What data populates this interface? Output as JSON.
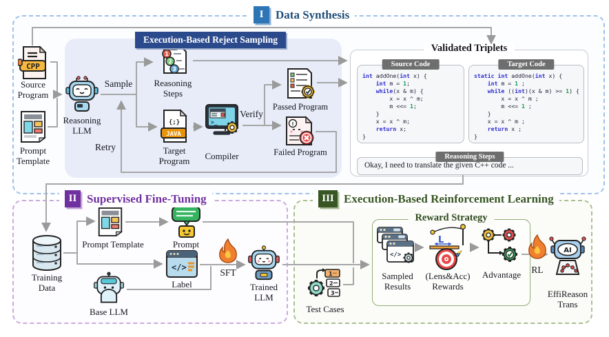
{
  "sections": {
    "one": {
      "numeral": "I",
      "title": "Data Synthesis",
      "accent": "#2e75b6",
      "title_color": "#1f4e79"
    },
    "two": {
      "numeral": "II",
      "title": "Supervised Fine-Tuning",
      "accent": "#7030a0",
      "title_color": "#7030a0"
    },
    "three": {
      "numeral": "III",
      "title": "Execution-Based Reinforcement Learning",
      "accent": "#375623",
      "title_color": "#375623"
    }
  },
  "reject_sampling": {
    "title": "Execution-Based Reject Sampling",
    "nodes": {
      "source_program": "Source Program",
      "prompt_template": "Prompt Template",
      "reasoning_llm": "Reasoning LLM",
      "reasoning_steps": "Reasoning Steps",
      "target_program": "Target Program",
      "compiler": "Compiler",
      "passed_program": "Passed Program",
      "failed_program": "Failed Program"
    },
    "edge_labels": {
      "sample": "Sample",
      "retry": "Retry",
      "verify": "Verify"
    },
    "file_badges": {
      "cpp": "CPP",
      "java": "JAVA",
      "brace": "{;}"
    }
  },
  "validated_triplets": {
    "title": "Validated Triplets",
    "source_code": {
      "header": "Source Code",
      "lines": [
        "int addOne(int x) {",
        "    int m = 1;",
        "    while(x & m) {",
        "        x = x ^ m;",
        "        m <<= 1;",
        "    }",
        "    x = x ^ m;",
        "    return x;",
        "}"
      ]
    },
    "target_code": {
      "header": "Target Code",
      "lines": [
        "static int addOne(int x) {",
        "    int m = 1 ;",
        "    while ((int)(x & m) >= 1) {",
        "        x = x ^ m ;",
        "        m <<= 1 ;",
        "    }",
        "    x = x ^ m ;",
        "    return x ;",
        "}"
      ]
    },
    "reasoning": {
      "header": "Reasoning Steps",
      "text": "Okay, I need to translate the given C++ code ..."
    },
    "code_colors": {
      "keyword": "#2b2bd0",
      "number": "#169a58",
      "default": "#23233a"
    }
  },
  "sft": {
    "nodes": {
      "training_data": "Training Data",
      "prompt_template": "Prompt Template",
      "prompt": "Prompt",
      "label": "Label",
      "base_llm": "Base LLM",
      "trained_llm": "Trained LLM"
    },
    "edge_labels": {
      "sft": "SFT"
    }
  },
  "rl": {
    "reward_strategy_title": "Reward Strategy",
    "nodes": {
      "test_cases": "Test Cases",
      "sampled_results": "Sampled Results",
      "rewards": "(Lens&Acc) Rewards",
      "advantage": "Advantage",
      "effireason": "EffiReason Trans"
    },
    "edge_labels": {
      "rl": "RL"
    },
    "ai_badge": "AI",
    "lens_icon_letter": "L",
    "test_case_chips": [
      "1",
      "2",
      "3"
    ]
  }
}
